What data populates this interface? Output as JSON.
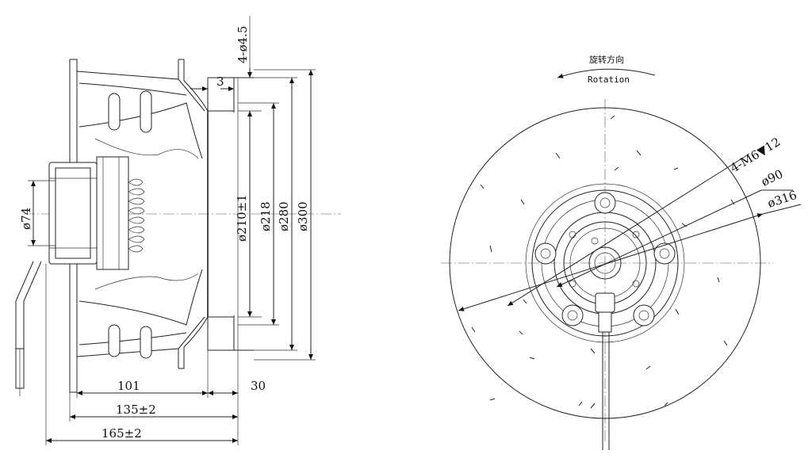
{
  "side_view": {
    "dims": {
      "d74": "ø74",
      "d210": "ø210±1",
      "d218": "ø218",
      "d280": "ø280",
      "d300": "ø300",
      "holes": "4-ø4.5",
      "t3": "3",
      "w101": "101",
      "w30": "30",
      "w135": "135±2",
      "w165": "165±2"
    }
  },
  "front_view": {
    "rotation_cn": "旋转方向",
    "rotation_en": "Rotation",
    "dims": {
      "screws": "4-M6▼12",
      "d90": "ø90",
      "d316": "ø316"
    }
  }
}
